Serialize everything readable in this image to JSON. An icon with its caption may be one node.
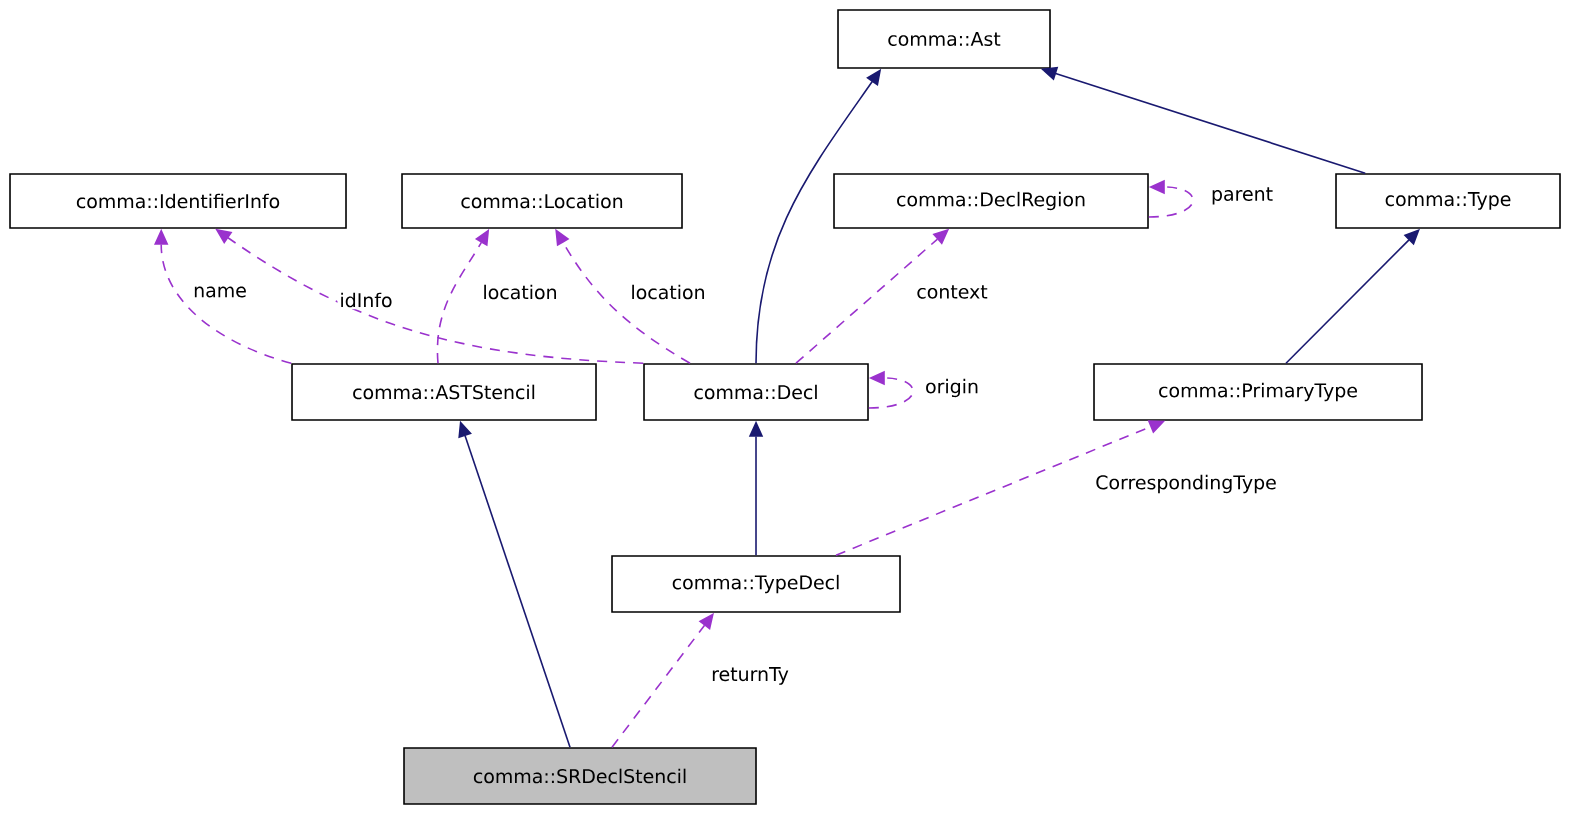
{
  "diagram": {
    "nodes": [
      {
        "text": [
          "comma::Ast"
        ]
      },
      {
        "text": [
          "comma::IdentifierInfo"
        ]
      },
      {
        "text": [
          "comma::Location"
        ]
      },
      {
        "text": [
          "comma::DeclRegion"
        ]
      },
      {
        "text": [
          "comma::Type"
        ]
      },
      {
        "text": [
          "comma::ASTStencil"
        ]
      },
      {
        "text": [
          "comma::Decl"
        ]
      },
      {
        "text": [
          "comma::PrimaryType"
        ]
      },
      {
        "text": [
          "comma::TypeDecl"
        ]
      },
      {
        "text": [
          "comma::SRDeclStencil"
        ]
      }
    ],
    "edges": [
      {
        "from": 6,
        "to": 0,
        "arrow": "to",
        "color": "#191970"
      },
      {
        "from": 4,
        "to": 0,
        "arrow": "to",
        "color": "#191970"
      },
      {
        "from": 7,
        "to": 4,
        "arrow": "to",
        "color": "#191970"
      },
      {
        "from": 5,
        "to": 1,
        "arrow": "to",
        "style": "dashed",
        "label": "name"
      },
      {
        "from": 6,
        "to": 1,
        "arrow": "to",
        "style": "dashed",
        "label": "idInfo"
      },
      {
        "from": 5,
        "to": 2,
        "arrow": "to",
        "style": "dashed",
        "label": "location"
      },
      {
        "from": 6,
        "to": 2,
        "arrow": "to",
        "style": "dashed",
        "label": "location"
      },
      {
        "from": 6,
        "to": 3,
        "arrow": "to",
        "style": "dashed",
        "label": "context"
      },
      {
        "from": 3,
        "to": 3,
        "arrow": "to",
        "style": "dashed",
        "label": "parent"
      },
      {
        "from": 6,
        "to": 6,
        "arrow": "to",
        "style": "dashed",
        "label": "origin"
      },
      {
        "from": 8,
        "to": 6,
        "arrow": "to",
        "color": "#191970"
      },
      {
        "from": 8,
        "to": 7,
        "arrow": "to",
        "style": "dashed",
        "label": "CorrespondingType"
      },
      {
        "from": 9,
        "to": 5,
        "arrow": "to",
        "color": "#191970"
      },
      {
        "from": 9,
        "to": 8,
        "arrow": "to",
        "style": "dashed",
        "label": "returnTy"
      }
    ]
  }
}
